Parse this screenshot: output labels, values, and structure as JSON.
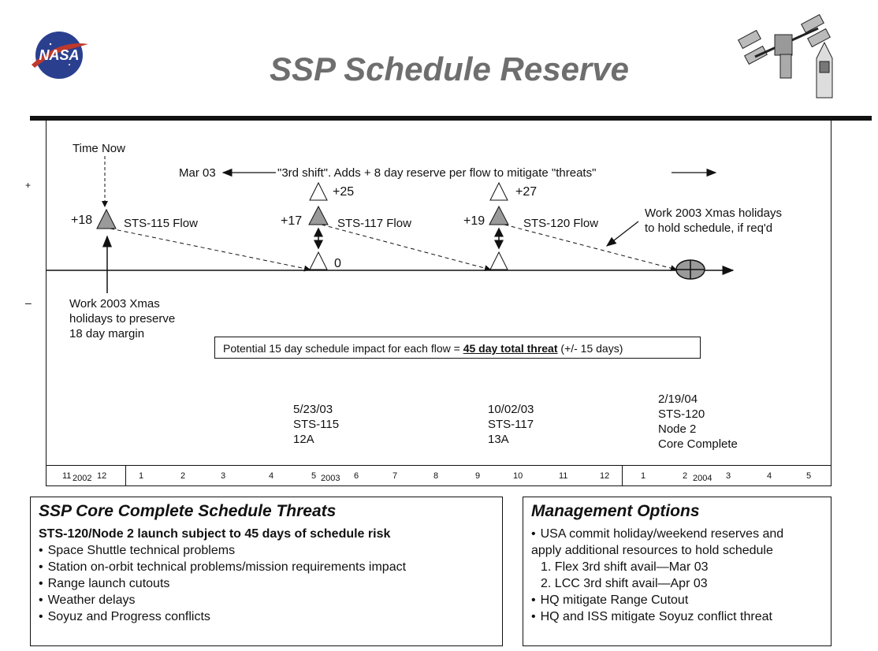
{
  "header": {
    "title": "SSP Schedule Reserve",
    "logo_text": "NASA"
  },
  "diagram": {
    "time_now": "Time Now",
    "shift_start": "Mar 03",
    "shift_text": "\"3rd shift\".  Adds + 8 day reserve per flow to mitigate \"threats\"",
    "flows": [
      {
        "reserve": "+18",
        "label": "STS-115 Flow"
      },
      {
        "reserve": "+17",
        "upper": "+25",
        "label": "STS-117 Flow",
        "baseline": "0"
      },
      {
        "reserve": "+19",
        "upper": "+27",
        "label": "STS-120 Flow"
      }
    ],
    "xmas_right": [
      "Work 2003 Xmas holidays",
      "to hold schedule, if req'd"
    ],
    "xmas_left": [
      "Work 2003 Xmas",
      "holidays to preserve",
      "18 day margin"
    ],
    "impact_text": "Potential 15 day schedule impact for each flow = ",
    "impact_bold": "45 day total threat",
    "impact_tail": " (+/- 15 days)",
    "milestones": [
      {
        "lines": [
          "5/23/03",
          "STS-115",
          "12A"
        ]
      },
      {
        "lines": [
          "10/02/03",
          "STS-117",
          "13A"
        ]
      },
      {
        "lines": [
          "2/19/04",
          "STS-120",
          "Node 2",
          "Core Complete"
        ]
      }
    ],
    "timeline": {
      "y2002": "2002",
      "y2003": "2003",
      "y2004": "2004",
      "months2002": [
        "11",
        "12"
      ],
      "months2003": [
        "1",
        "2",
        "3",
        "4",
        "5",
        "6",
        "7",
        "8",
        "9",
        "10",
        "11",
        "12"
      ],
      "months2004": [
        "1",
        "2",
        "3",
        "4",
        "5"
      ]
    }
  },
  "threats": {
    "title": "SSP Core Complete Schedule Threats",
    "lead": "STS-120/Node 2 launch subject to 45 days of schedule risk",
    "items": [
      "Space Shuttle technical problems",
      "Station on-orbit technical problems/mission requirements impact",
      "Range launch cutouts",
      "Weather delays",
      "Soyuz and Progress conflicts"
    ]
  },
  "options": {
    "title": "Management Options",
    "item1_a": "USA commit holiday/weekend reserves and",
    "item1_b": "apply additional resources to hold schedule",
    "sub1": "1.  Flex 3rd shift avail—Mar 03",
    "sub2": "2.  LCC 3rd shift avail—Apr 03",
    "item2": "HQ mitigate Range Cutout",
    "item3": "HQ and ISS mitigate Soyuz conflict threat"
  },
  "colors": {
    "title": "#6e6e6e",
    "nasa_blue": "#2b3f8f",
    "nasa_red": "#c0392b",
    "triangle_fill": "#9a9a9a"
  }
}
